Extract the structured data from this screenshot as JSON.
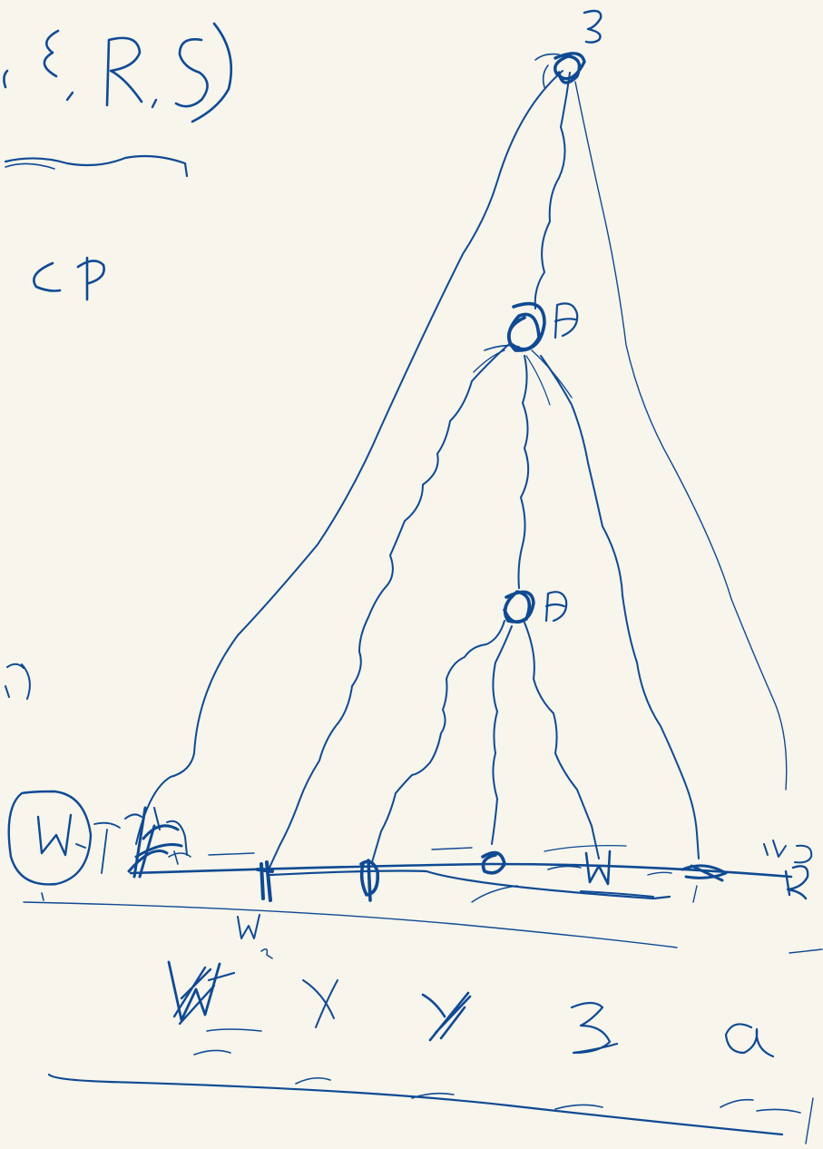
{
  "ink": "#0f4a93",
  "paper": "#f7f5ec",
  "header": {
    "tuple_fragment": ", Σ, R, S)",
    "subset_fragment": "⊂ P",
    "margin_fragment": "ı)"
  },
  "tree": {
    "root_label": "S",
    "inner_nodes": [
      {
        "label": "A"
      },
      {
        "label": "A"
      }
    ],
    "leaves": [
      {
        "label": "w₁"
      },
      {
        "label": "w₂"
      },
      {
        "label": ""
      },
      {
        "label": ""
      },
      {
        "label": ""
      },
      {
        "label": ""
      },
      {
        "label": "wₙ"
      }
    ],
    "leaf_annotation": "w₁"
  },
  "derivation": {
    "symbols": [
      "w",
      "x",
      "y",
      "z",
      "a"
    ]
  }
}
